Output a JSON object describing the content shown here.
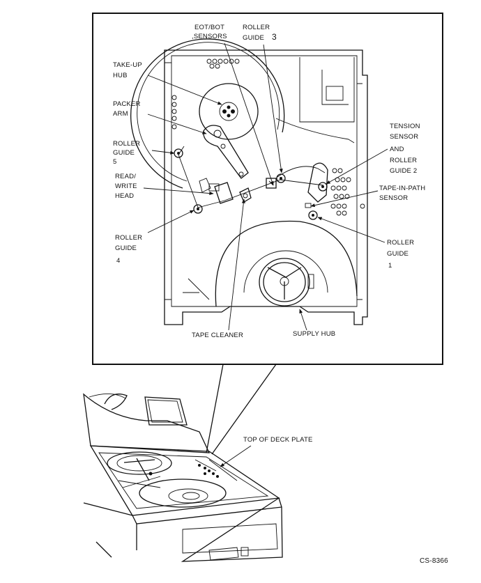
{
  "callouts": {
    "eot_bot": [
      "EOT/BOT",
      ",SENSORS"
    ],
    "roller_guide_3": [
      "ROLLER",
      "GUIDE",
      "3"
    ],
    "take_up_hub": [
      "TAKE-UP",
      "HUB"
    ],
    "packer_arm": [
      "PACKER",
      "ARM"
    ],
    "roller_guide_5": [
      "ROLLER",
      "GUIDE",
      "5"
    ],
    "read_write_head": [
      "READ/",
      "WRITE",
      "HEAD"
    ],
    "roller_guide_4": [
      "ROLLER",
      "GUIDE",
      "4"
    ],
    "tension_sensor": [
      "TENSION",
      "SENSOR",
      "AND",
      "ROLLER",
      "GUIDE 2"
    ],
    "tape_in_path": [
      "TAPE-IN-PATH",
      "SENSOR"
    ],
    "roller_guide_1": [
      "ROLLER",
      "GUIDE",
      "1"
    ],
    "tape_cleaner": "TAPE CLEANER",
    "supply_hub": "SUPPLY HUB",
    "top_of_deck_plate": "TOP OF DECK PLATE"
  },
  "figure_id": "CS-8366"
}
